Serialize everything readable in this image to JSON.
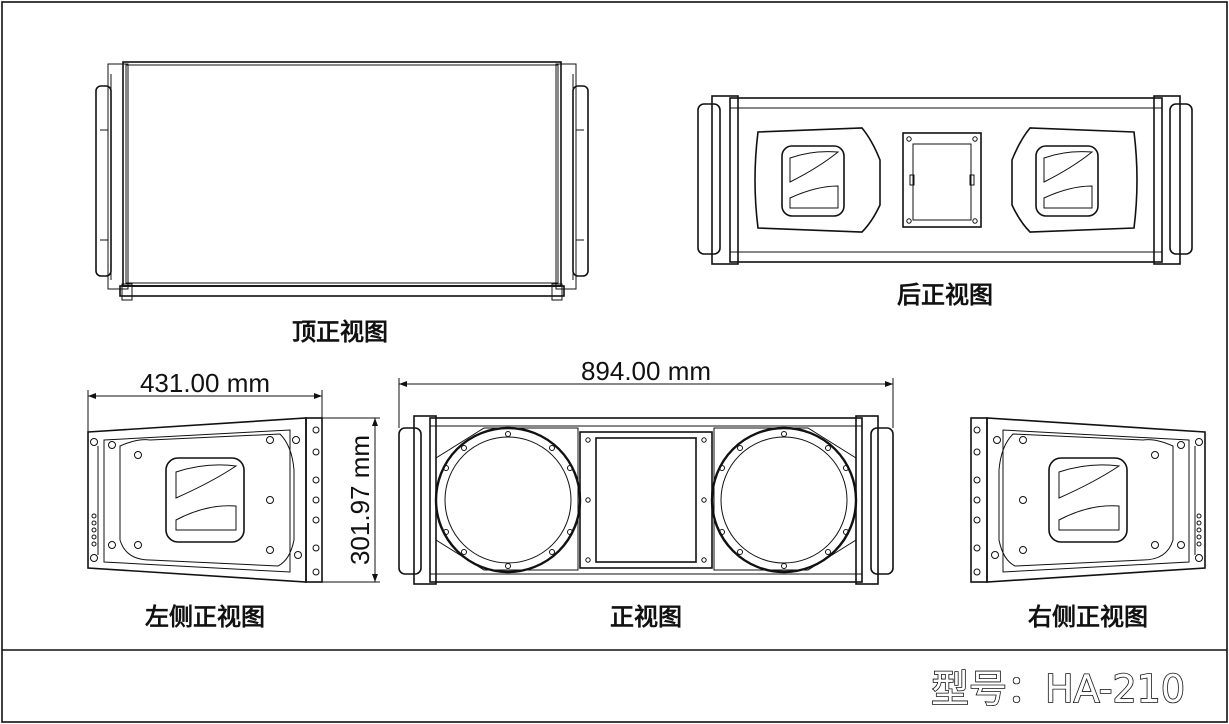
{
  "title_block": {
    "model_text": "型号：HA-210"
  },
  "views": {
    "top": {
      "label": "顶正视图"
    },
    "rear": {
      "label": "后正视图"
    },
    "left_side": {
      "label": "左侧正视图"
    },
    "front": {
      "label": "正视图"
    },
    "right_side": {
      "label": "右侧正视图"
    }
  },
  "dimensions": {
    "width": "894.00 mm",
    "depth": "431.00 mm",
    "height": "301.97 mm"
  }
}
